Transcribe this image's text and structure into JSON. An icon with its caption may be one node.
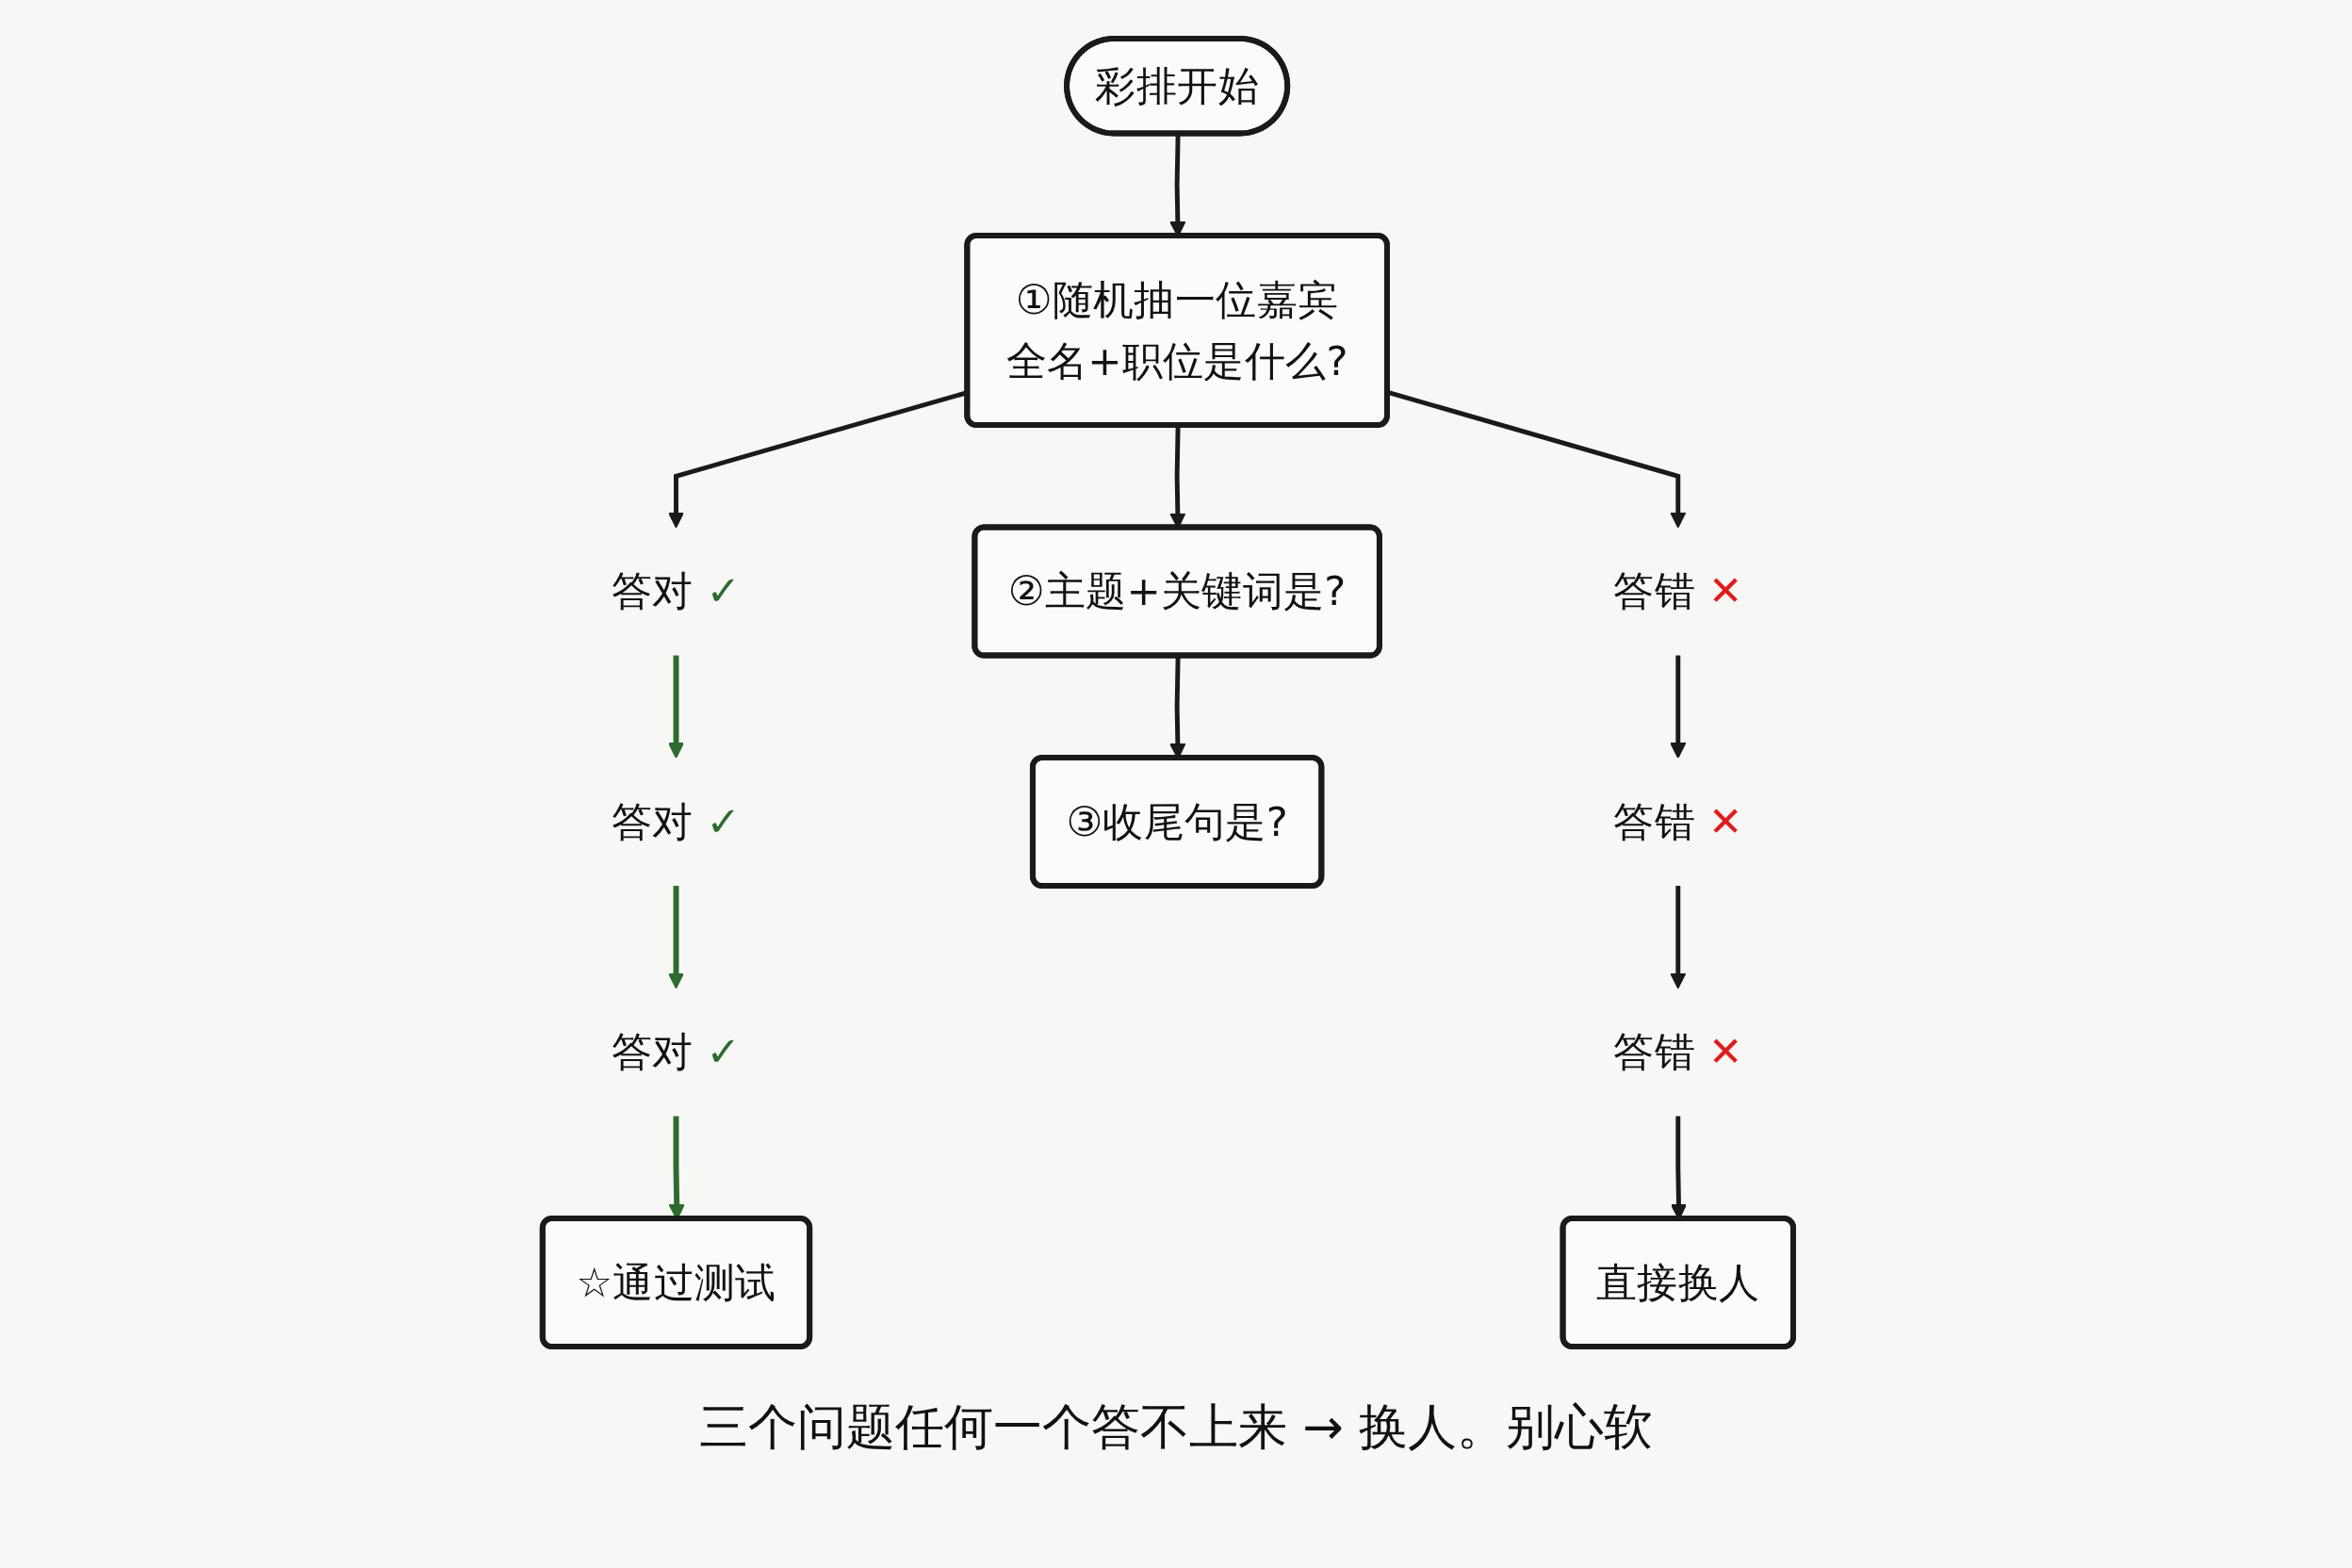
{
  "diagram": {
    "nodes": [
      {
        "text": [
          "彩排开始"
        ]
      },
      {
        "text": [
          "答对 ✓"
        ]
      },
      {
        "text": [
          "①随机抽一位嘉宾全名+职位是什么?"
        ]
      },
      {
        "text": [
          "答错 ✕"
        ]
      },
      {
        "text": [
          "答对 ✓"
        ]
      },
      {
        "text": [
          "②主题+关键词是?"
        ]
      },
      {
        "text": [
          "答错 ✕"
        ]
      },
      {
        "text": [
          "答对 ✓"
        ]
      },
      {
        "text": [
          "③收尾句是?"
        ]
      },
      {
        "text": [
          "答错 ✕"
        ]
      },
      {
        "text": [
          "☆通过测试"
        ]
      },
      {
        "text": [
          "直接换人"
        ]
      }
    ],
    "edges": [
      {
        "from": 0,
        "to": 2,
        "arrow": "to"
      },
      {
        "from": 2,
        "to": 1,
        "arrow": "to"
      },
      {
        "from": 2,
        "to": 5,
        "arrow": "to"
      },
      {
        "from": 2,
        "to": 3,
        "arrow": "to"
      },
      {
        "from": 1,
        "to": 4,
        "arrow": "to",
        "color": "#2e6b2e"
      },
      {
        "from": 5,
        "to": 8,
        "arrow": "to"
      },
      {
        "from": 3,
        "to": 6,
        "arrow": "to"
      },
      {
        "from": 4,
        "to": 7,
        "arrow": "to",
        "color": "#2e6b2e"
      },
      {
        "from": 6,
        "to": 9,
        "arrow": "to"
      },
      {
        "from": 7,
        "to": 10,
        "arrow": "to",
        "color": "#2e6b2e"
      },
      {
        "from": 9,
        "to": 11,
        "arrow": "to"
      }
    ],
    "caption": "三个问题任何一个答不上来 → 换人。别心软"
  }
}
